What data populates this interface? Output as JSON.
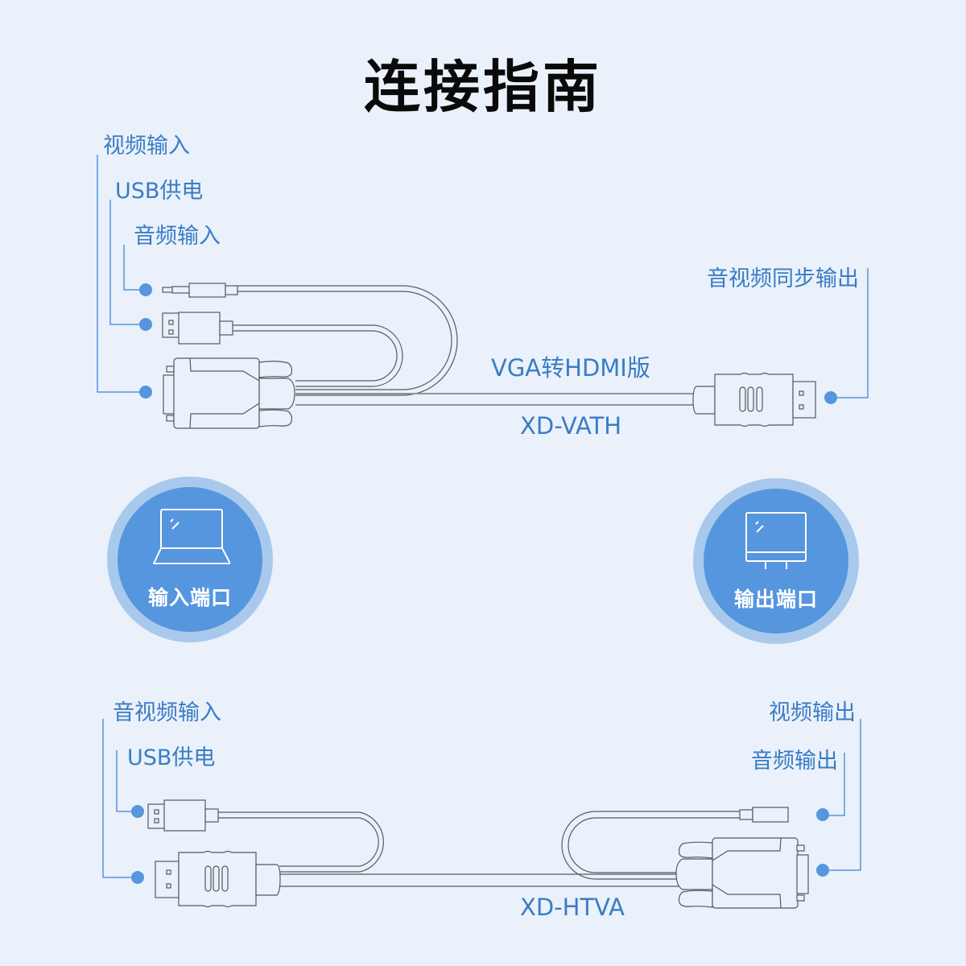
{
  "title": "连接指南",
  "colors": {
    "accent": "#5596de",
    "label": "#3a7cc6",
    "ring": "#a9c9ec",
    "background": "#eaf1fa",
    "cable": "#555a60"
  },
  "top_cable": {
    "model": "XD-VATH",
    "version": "VGA转HDMI版",
    "inputs": [
      {
        "label": "视频输入",
        "connector": "vga-connector-icon"
      },
      {
        "label": "USB供电",
        "connector": "usb-connector-icon"
      },
      {
        "label": "音频输入",
        "connector": "audio-jack-icon"
      }
    ],
    "outputs": [
      {
        "label": "音视频同步输出",
        "connector": "hdmi-connector-icon"
      }
    ]
  },
  "ports": {
    "input": {
      "label": "输入端口",
      "icon": "laptop-icon"
    },
    "output": {
      "label": "输出端口",
      "icon": "monitor-icon"
    }
  },
  "bottom_cable": {
    "model": "XD-HTVA",
    "inputs": [
      {
        "label": "音视频输入",
        "connector": "hdmi-connector-icon"
      },
      {
        "label": "USB供电",
        "connector": "usb-connector-icon"
      }
    ],
    "outputs": [
      {
        "label": "视频输出",
        "connector": "vga-connector-icon"
      },
      {
        "label": "音频输出",
        "connector": "audio-jack-icon"
      }
    ]
  }
}
